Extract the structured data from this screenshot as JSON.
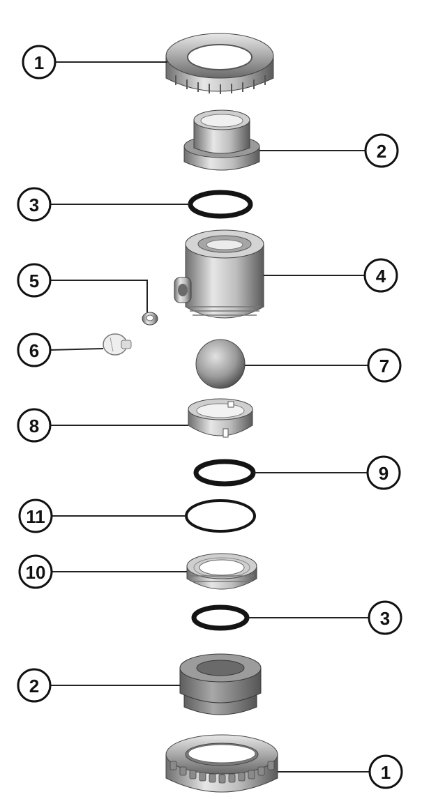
{
  "callouts": {
    "c1_top": "1",
    "c2_top": "2",
    "c3_top": "3",
    "c4": "4",
    "c5": "5",
    "c6": "6",
    "c7": "7",
    "c8": "8",
    "c9": "9",
    "c11": "11",
    "c10": "10",
    "c3_bottom": "3",
    "c2_bottom": "2",
    "c1_bottom": "1"
  },
  "colors": {
    "metal_light": "#d9d9d9",
    "metal_mid": "#a8a8a8",
    "metal_dark": "#5e5e5e",
    "oring": "#141414",
    "grey_body": "#8c8c8c",
    "line": "#222222"
  }
}
